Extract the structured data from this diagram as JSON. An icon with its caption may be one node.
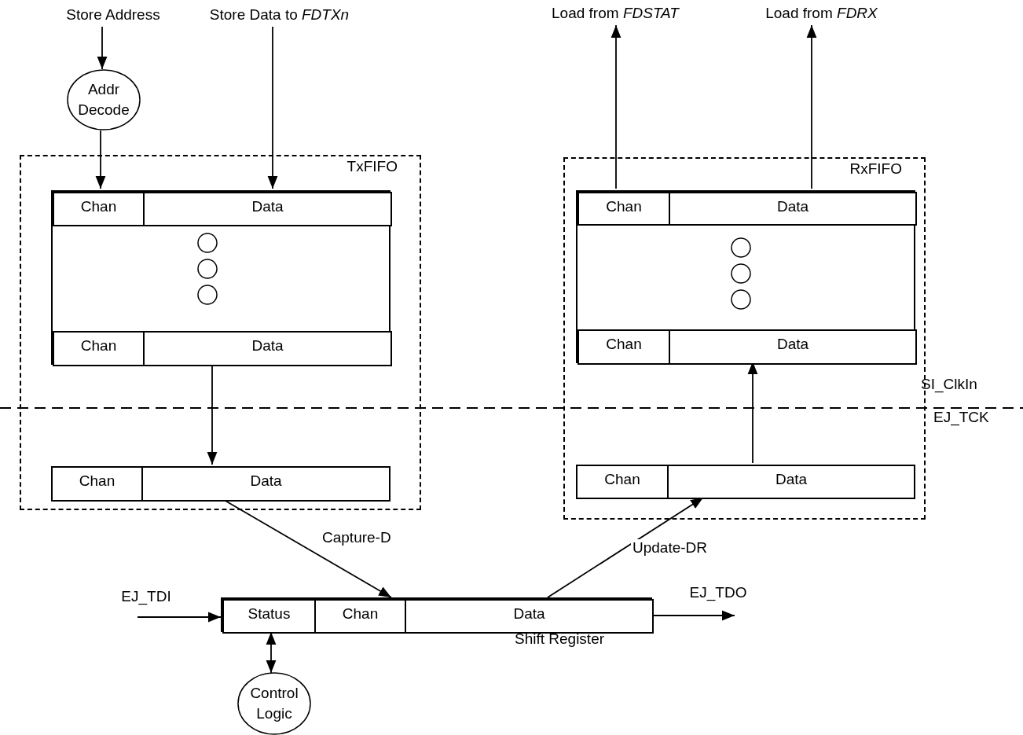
{
  "diagram": {
    "nodes": [
      {
        "text": [
          "Store Address"
        ]
      },
      {
        "text": [
          "Store Data to *FDTXn*"
        ]
      },
      {
        "text": [
          "Load from *FDSTAT*"
        ]
      },
      {
        "text": [
          "Load from *FDRX*"
        ]
      },
      {
        "text": [
          "Addr Decode"
        ]
      },
      {
        "text": [
          "TxFIFO"
        ]
      },
      {
        "text": [],
        "shape": "box",
        "in": 5
      },
      {
        "text": [
          "Chan"
        ],
        "in": 6
      },
      {
        "text": [
          "Data"
        ],
        "in": 6
      },
      {
        "text": [
          "Chan"
        ],
        "in": 6
      },
      {
        "text": [
          "Data"
        ],
        "in": 6
      },
      {
        "text": [
          "Chan"
        ],
        "in": 5
      },
      {
        "text": [
          "Data"
        ],
        "in": 5
      },
      {
        "text": [
          "RxFIFO"
        ]
      },
      {
        "text": [],
        "shape": "box",
        "in": 13
      },
      {
        "text": [
          "Chan"
        ],
        "in": 14
      },
      {
        "text": [
          "Data"
        ],
        "in": 14
      },
      {
        "text": [
          "Chan"
        ],
        "in": 14
      },
      {
        "text": [
          "Data"
        ],
        "in": 14
      },
      {
        "text": [
          "Chan"
        ],
        "in": 13
      },
      {
        "text": [
          "Data"
        ],
        "in": 13
      },
      {
        "text": [],
        "shape": "box",
        "beside": [
          "Shift Register"
        ]
      },
      {
        "text": [
          "Status"
        ],
        "in": 21
      },
      {
        "text": [
          "Chan"
        ],
        "in": 21
      },
      {
        "text": [
          "Data"
        ],
        "in": 21
      },
      {
        "text": [
          "Control Logic"
        ]
      },
      {
        "text": [
          "EJ_TDI"
        ]
      },
      {
        "text": [
          "EJ_TDO"
        ]
      }
    ],
    "edges": [
      {
        "from": 0,
        "to": 4,
        "arrow": "to"
      },
      {
        "from": 4,
        "to": 7,
        "arrow": "to"
      },
      {
        "from": 1,
        "to": 8,
        "arrow": "to"
      },
      {
        "from": 15,
        "to": 2,
        "arrow": "to"
      },
      {
        "from": 16,
        "to": 3,
        "arrow": "to"
      },
      {
        "from": 10,
        "to": 12,
        "arrow": "to"
      },
      {
        "from": 12,
        "to": 21,
        "arrow": "to",
        "label": "Capture-D"
      },
      {
        "from": 24,
        "to": 20,
        "arrow": "to",
        "label": "Update-DR"
      },
      {
        "from": 20,
        "to": 18,
        "arrow": "to"
      },
      {
        "from": 26,
        "to": 22,
        "arrow": "to"
      },
      {
        "from": 24,
        "to": 27,
        "arrow": "to"
      },
      {
        "from": 22,
        "to": 25,
        "arrow": "both"
      }
    ],
    "labels": [
      "SI_ClkIn",
      "EJ_TCK"
    ]
  }
}
